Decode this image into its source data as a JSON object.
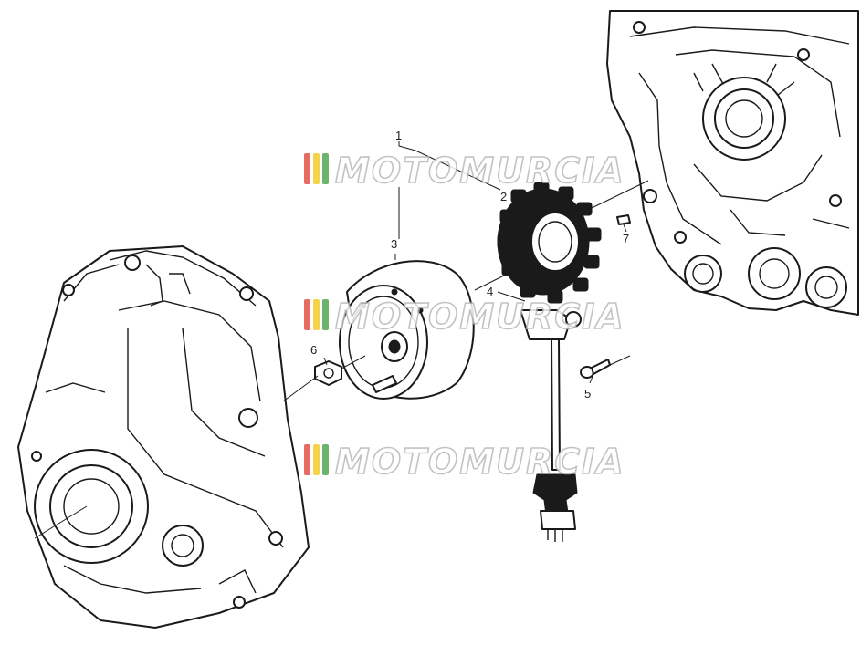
{
  "callouts": {
    "c1": "1",
    "c2": "2",
    "c3": "3",
    "c4": "4",
    "c5": "5",
    "c6": "6",
    "c7": "7"
  },
  "watermark": {
    "text": "MOTOMURCIA",
    "stripe_colors": [
      "#e03a2f",
      "#f2c40f",
      "#3b9a3a"
    ]
  }
}
